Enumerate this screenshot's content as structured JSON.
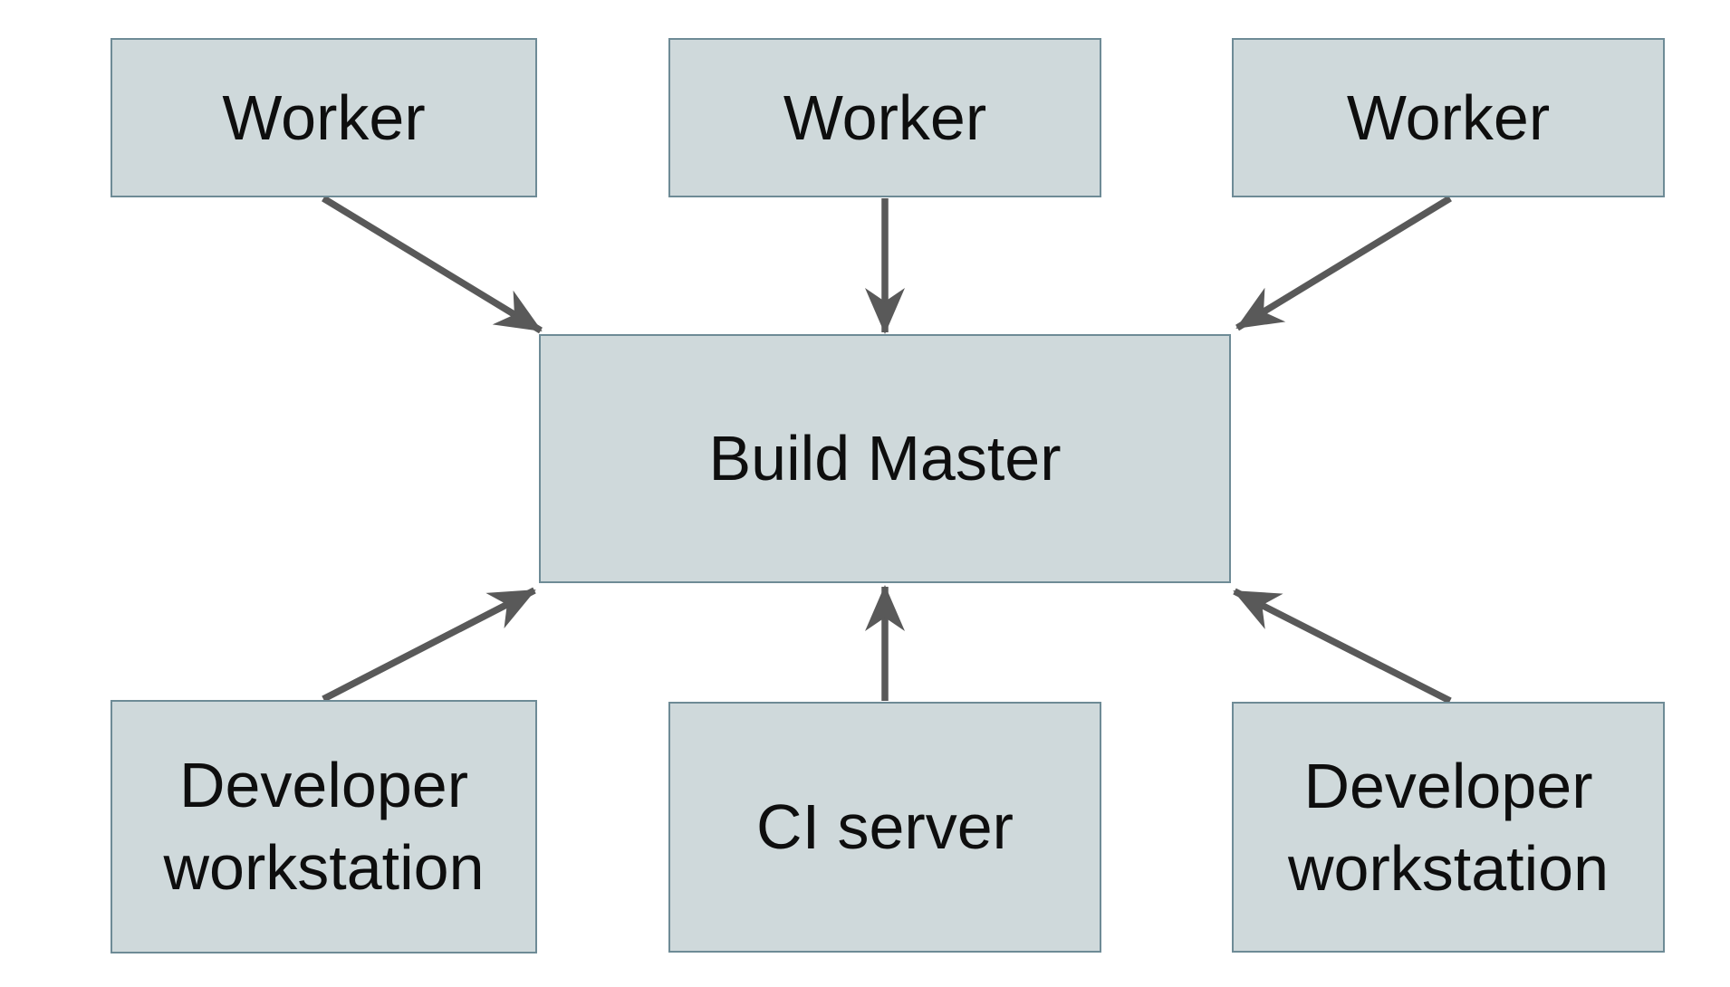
{
  "diagram": {
    "type": "architecture-diagram",
    "nodes": [
      {
        "id": "worker-1",
        "label": "Worker"
      },
      {
        "id": "worker-2",
        "label": "Worker"
      },
      {
        "id": "worker-3",
        "label": "Worker"
      },
      {
        "id": "build-master",
        "label": "Build Master"
      },
      {
        "id": "developer-workstation-left",
        "label": "Developer workstation"
      },
      {
        "id": "ci-server",
        "label": "CI server"
      },
      {
        "id": "developer-workstation-right",
        "label": "Developer workstation"
      }
    ],
    "edges": [
      {
        "from": "worker-1",
        "to": "build-master"
      },
      {
        "from": "worker-2",
        "to": "build-master"
      },
      {
        "from": "worker-3",
        "to": "build-master"
      },
      {
        "from": "developer-workstation-left",
        "to": "build-master"
      },
      {
        "from": "ci-server",
        "to": "build-master"
      },
      {
        "from": "developer-workstation-right",
        "to": "build-master"
      }
    ],
    "colors": {
      "background": "#ffffff",
      "node_fill": "#cfd9db",
      "node_border": "#6e8b96",
      "arrow": "#595959",
      "text": "#0e0e0e"
    }
  }
}
